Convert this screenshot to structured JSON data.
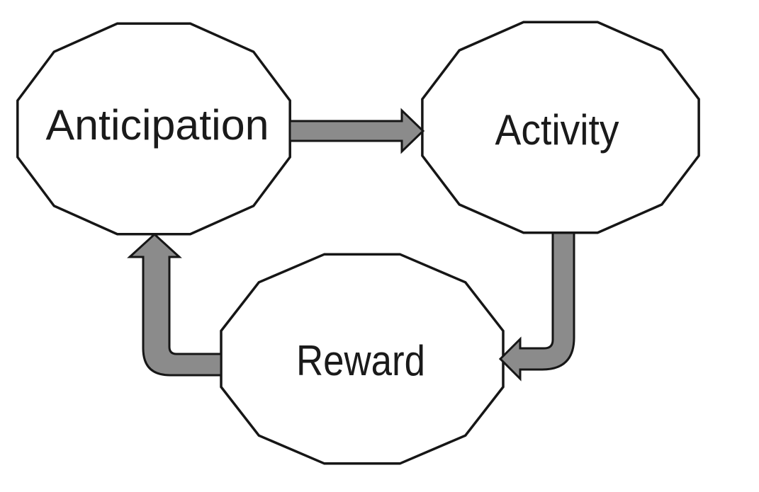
{
  "diagram": {
    "type": "cycle-flowchart",
    "background": "#ffffff",
    "nodes": [
      {
        "id": "anticipation",
        "label": "Anticipation",
        "shape": "dodecagon"
      },
      {
        "id": "activity",
        "label": "Activity",
        "shape": "dodecagon"
      },
      {
        "id": "reward",
        "label": "Reward",
        "shape": "dodecagon"
      }
    ],
    "edges": [
      {
        "from": "anticipation",
        "to": "activity",
        "path": "straight-right"
      },
      {
        "from": "activity",
        "to": "reward",
        "path": "down-then-left"
      },
      {
        "from": "reward",
        "to": "anticipation",
        "path": "left-then-up"
      }
    ],
    "colors": {
      "node_fill": "#ffffff",
      "node_outline": "#161616",
      "arrow_fill": "#8b8b8b",
      "arrow_outline": "#161616",
      "label_text": "#1a1a1a"
    }
  }
}
